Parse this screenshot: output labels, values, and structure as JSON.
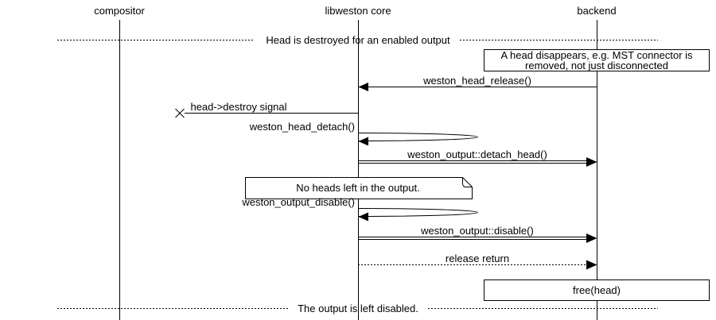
{
  "diagram": {
    "kind": "sequence-diagram",
    "actors": [
      {
        "label": "compositor"
      },
      {
        "label": "libweston core"
      },
      {
        "label": "backend"
      }
    ],
    "dividers": [
      {
        "label": "Head is destroyed for an enabled output"
      },
      {
        "label": "The output is left disabled."
      }
    ],
    "notes": [
      {
        "label": "A head disappears, e.g. MST connector is removed, not just disconnected",
        "shape": "box",
        "at": "backend"
      },
      {
        "label": "No heads left in the output.",
        "shape": "note",
        "at": "libweston core"
      },
      {
        "label": "free(head)",
        "shape": "box",
        "at": "backend"
      }
    ],
    "messages": [
      {
        "label": "weston_head_release()",
        "from": "backend",
        "to": "libweston core",
        "style": "solid"
      },
      {
        "label": "head->destroy signal",
        "from": "libweston core",
        "to": "compositor",
        "style": "lost"
      },
      {
        "label": "weston_head_detach()",
        "from": "libweston core",
        "to": "libweston core",
        "style": "self"
      },
      {
        "label": "weston_output::detach_head()",
        "from": "libweston core",
        "to": "backend",
        "style": "double"
      },
      {
        "label": "weston_output_disable()",
        "from": "libweston core",
        "to": "libweston core",
        "style": "self"
      },
      {
        "label": "weston_output::disable()",
        "from": "libweston core",
        "to": "backend",
        "style": "double"
      },
      {
        "label": "release return",
        "from": "libweston core",
        "to": "backend",
        "style": "dotted"
      }
    ],
    "colors": {
      "line": "#000000",
      "background": "#ffffff"
    }
  }
}
